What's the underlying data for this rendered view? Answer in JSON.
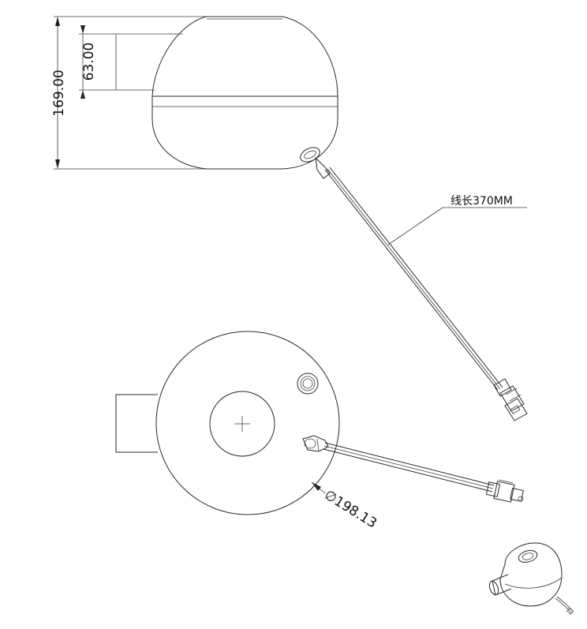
{
  "dimensions": {
    "height_total": "169.00",
    "height_upper": "63.00",
    "diameter": "∅198.13"
  },
  "callouts": {
    "cable_length": "线长370MM"
  }
}
